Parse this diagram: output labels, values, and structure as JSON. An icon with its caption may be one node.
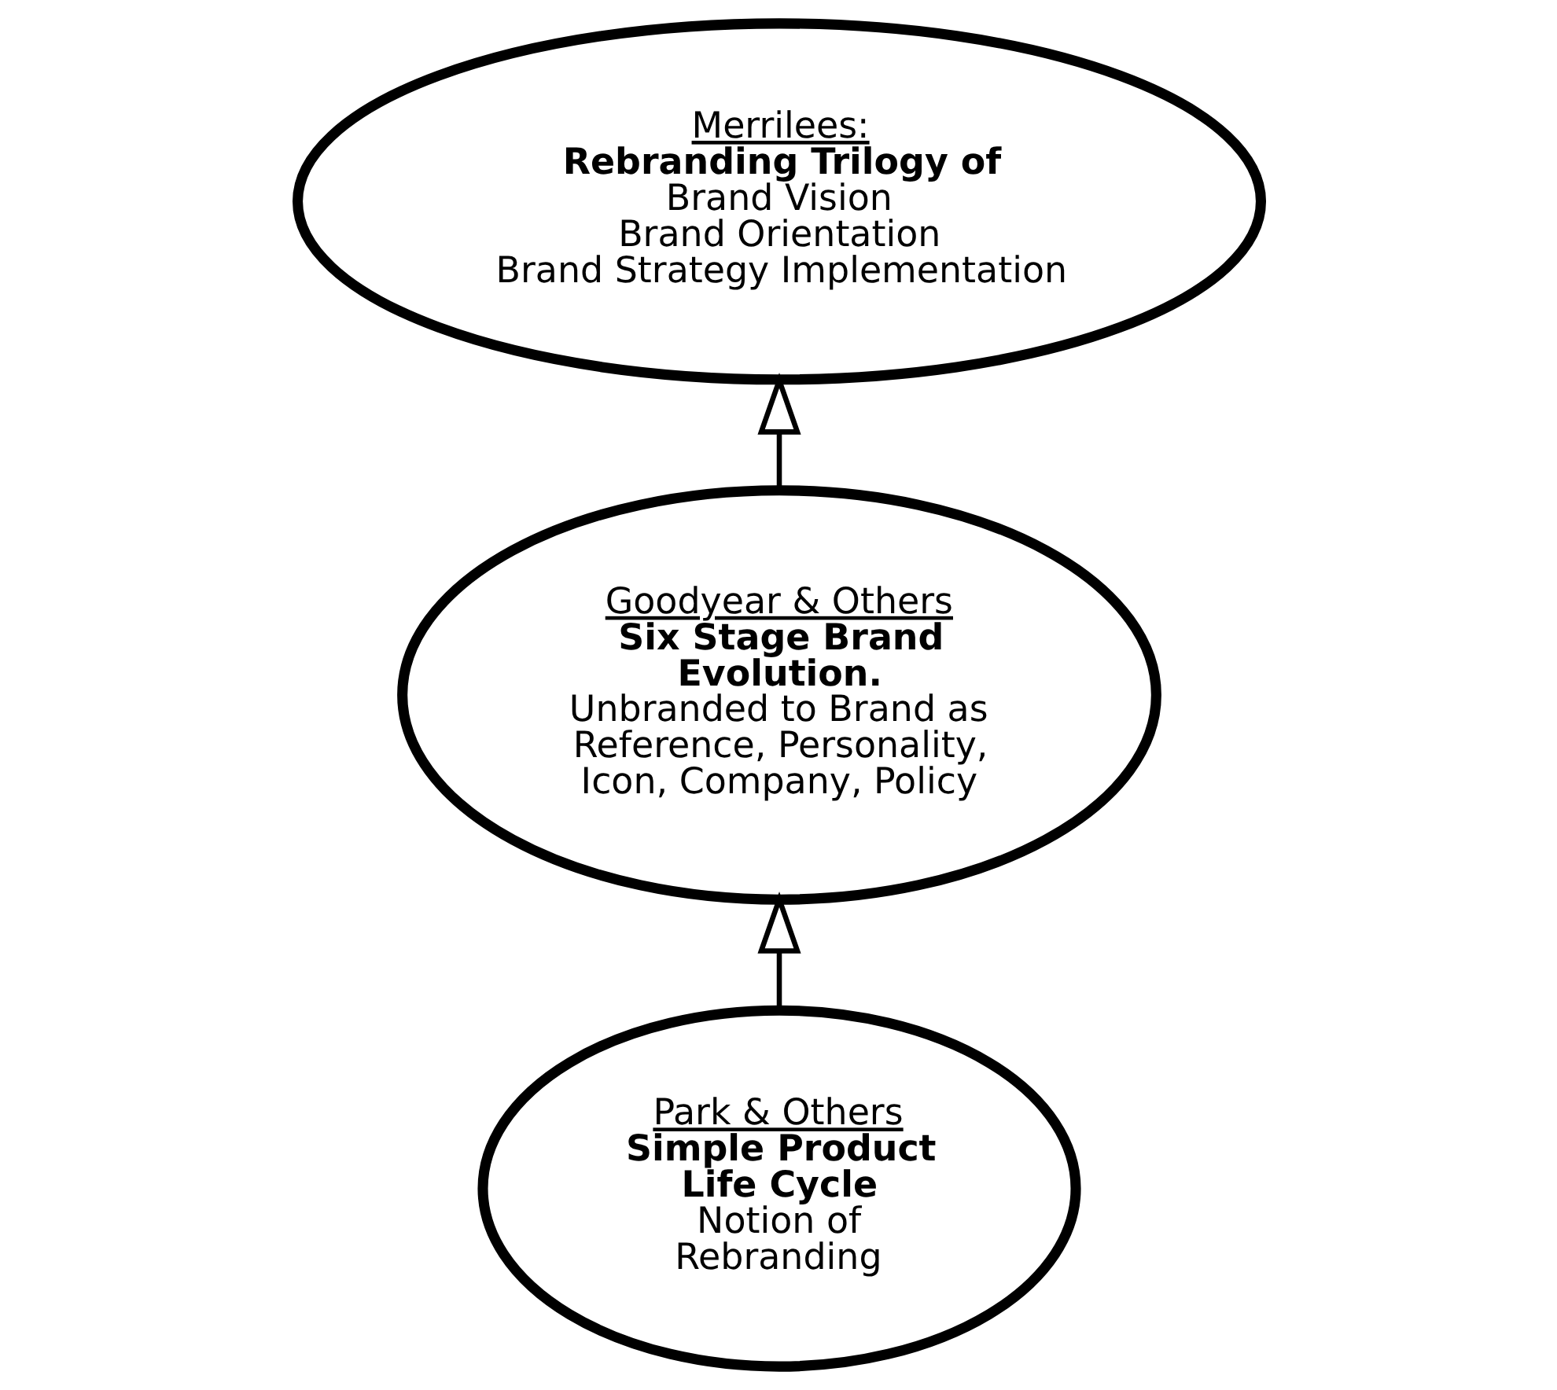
{
  "diagram": {
    "nodes": [
      {
        "text": [
          "Park & Others",
          "Simple Product Life Cycle",
          "Notion of Rebranding"
        ]
      },
      {
        "text": [
          "Goodyear & Others",
          "Six Stage Brand Evolution.",
          "Unbranded to Brand as Reference, Personality, Icon, Company, Policy"
        ]
      },
      {
        "text": [
          "Merrilees:",
          "Rebranding Trilogy of",
          "Brand Vision",
          "Brand Orientation",
          "Brand Strategy Implementation"
        ]
      }
    ],
    "edges": [
      {
        "from": 0,
        "to": 1,
        "arrow": "to"
      },
      {
        "from": 1,
        "to": 2,
        "arrow": "to"
      }
    ]
  }
}
